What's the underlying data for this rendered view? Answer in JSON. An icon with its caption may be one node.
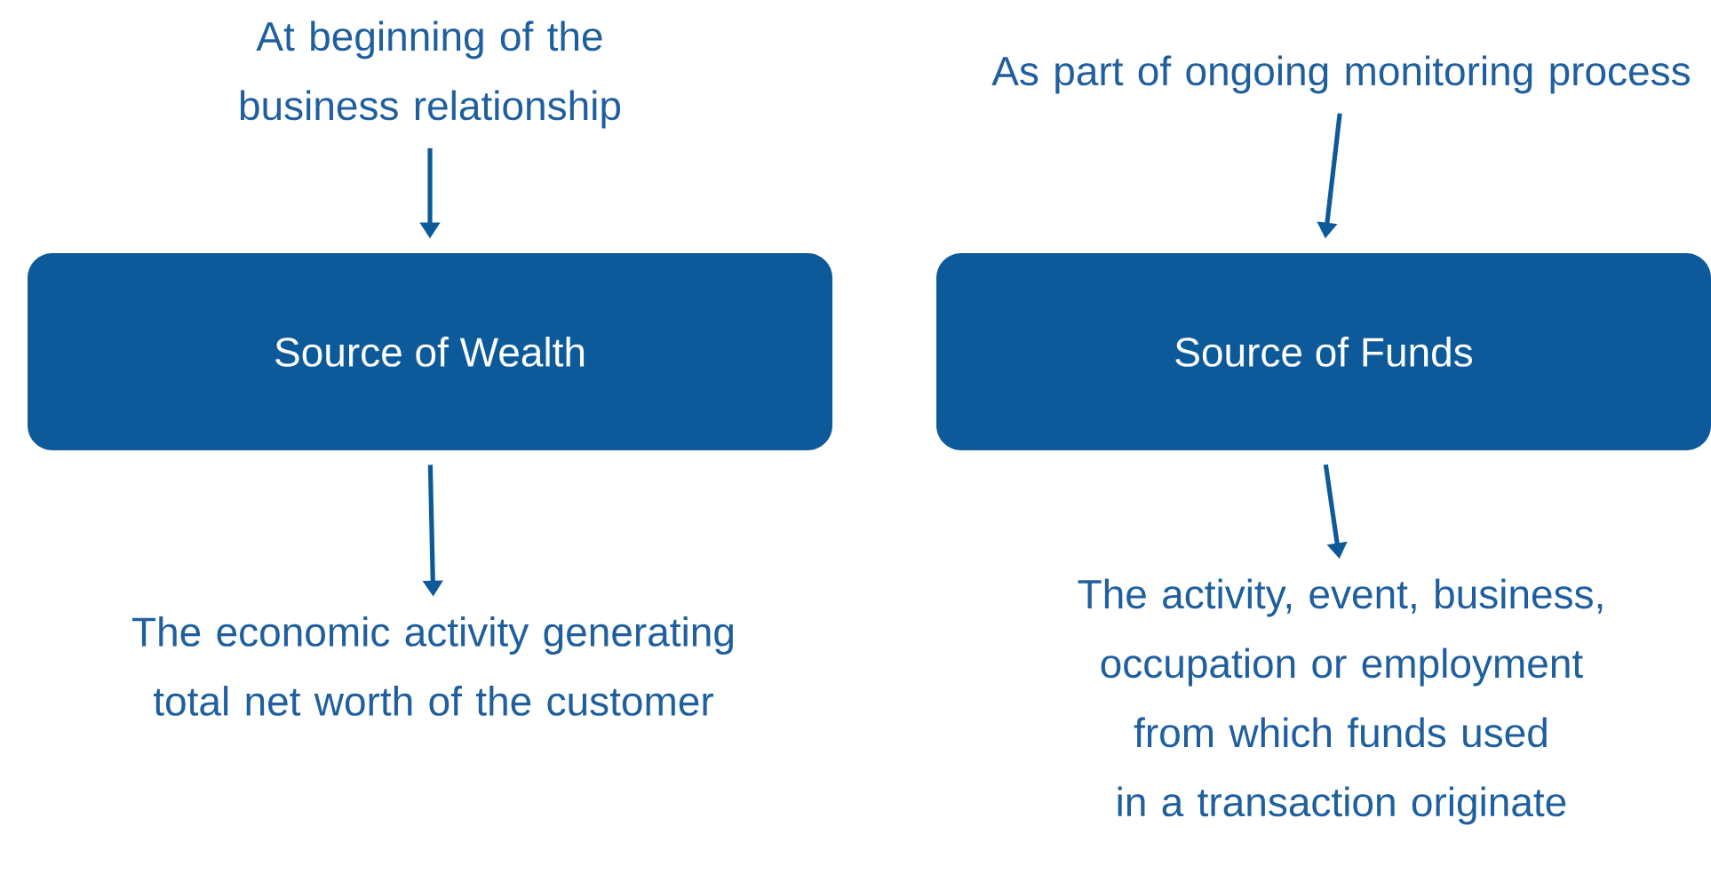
{
  "diagram": {
    "nodes": [
      {
        "text": [
          "At beginning of the business relationship"
        ]
      },
      {
        "text": [
          "Source of Wealth"
        ]
      },
      {
        "text": [
          "The economic activity generating total net worth of the customer"
        ]
      },
      {
        "text": [
          "As part of ongoing monitoring process"
        ]
      },
      {
        "text": [
          "Source of Funds"
        ]
      },
      {
        "text": [
          "The activity, event, business, occupation or employment from which funds used in a transaction originate"
        ]
      }
    ],
    "edges": [
      {
        "from": 0,
        "to": 1,
        "arrow": "to"
      },
      {
        "from": 1,
        "to": 2,
        "arrow": "to"
      },
      {
        "from": 3,
        "to": 4,
        "arrow": "to"
      },
      {
        "from": 4,
        "to": 5,
        "arrow": "to"
      }
    ]
  }
}
